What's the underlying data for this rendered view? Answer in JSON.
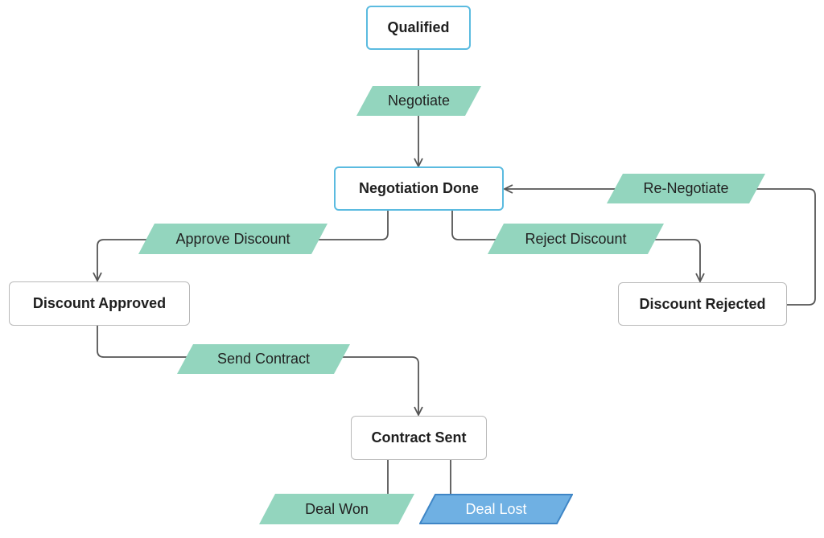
{
  "colors": {
    "transition_fill": "#93d5be",
    "lost_fill": "#6fb0e3",
    "lost_stroke": "#3f86c6",
    "active_border": "#5bbbe0",
    "normal_border": "#b9b9b9",
    "connector": "#555555"
  },
  "states": {
    "qualified": "Qualified",
    "negotiation_done": "Negotiation Done",
    "discount_approved": "Discount Approved",
    "discount_rejected": "Discount Rejected",
    "contract_sent": "Contract Sent"
  },
  "transitions": {
    "negotiate": "Negotiate",
    "re_negotiate": "Re-Negotiate",
    "approve_discount": "Approve Discount",
    "reject_discount": "Reject Discount",
    "send_contract": "Send Contract",
    "deal_won": "Deal Won",
    "deal_lost": "Deal Lost"
  }
}
